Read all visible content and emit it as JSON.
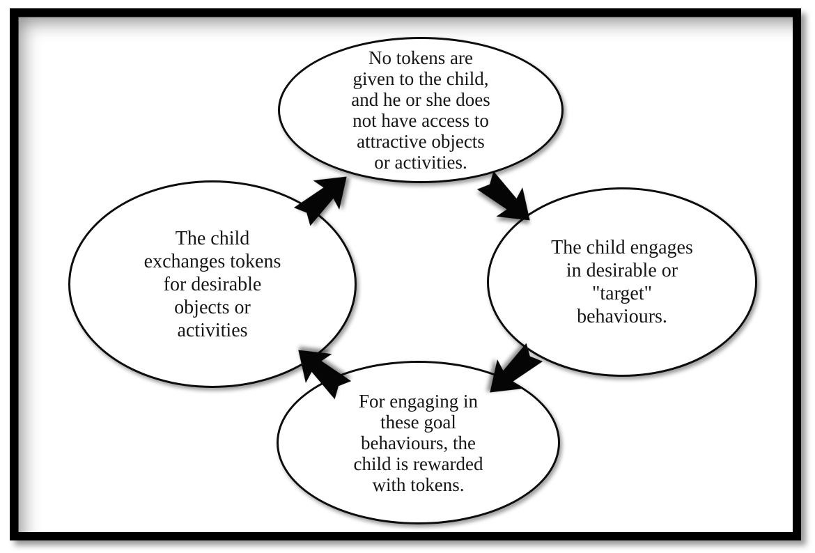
{
  "diagram": {
    "type": "cycle",
    "topic": "Token economy cycle",
    "flow_order": [
      "top",
      "right",
      "bottom",
      "left"
    ],
    "colors": {
      "background": "#ffffff",
      "frame_border": "#000000",
      "node_fill": "#ffffff",
      "node_stroke": "#0d0d0d",
      "arrow_fill": "#050505",
      "text": "#161616"
    },
    "nodes": [
      {
        "id": "top",
        "lines": [
          "No tokens are",
          "given to the child,",
          "and he or she does",
          "not have access to",
          "attractive objects",
          "or activities."
        ]
      },
      {
        "id": "right",
        "lines": [
          "The child engages",
          "in desirable or",
          "\"target\"",
          "behaviours."
        ]
      },
      {
        "id": "bottom",
        "lines": [
          "For engaging in",
          "these goal",
          "behaviours, the",
          "child is rewarded",
          "with tokens."
        ]
      },
      {
        "id": "left",
        "lines": [
          "The child",
          "exchanges tokens",
          "for desirable",
          "objects or",
          "activities"
        ]
      }
    ],
    "arrows": [
      {
        "id": "left-to-top",
        "icon": "block-arrow-icon",
        "direction": "up-right"
      },
      {
        "id": "top-to-right",
        "icon": "block-arrow-icon",
        "direction": "down-right"
      },
      {
        "id": "right-to-bottom",
        "icon": "block-arrow-icon",
        "direction": "down-left"
      },
      {
        "id": "bottom-to-left",
        "icon": "block-arrow-icon",
        "direction": "up-left"
      }
    ]
  }
}
